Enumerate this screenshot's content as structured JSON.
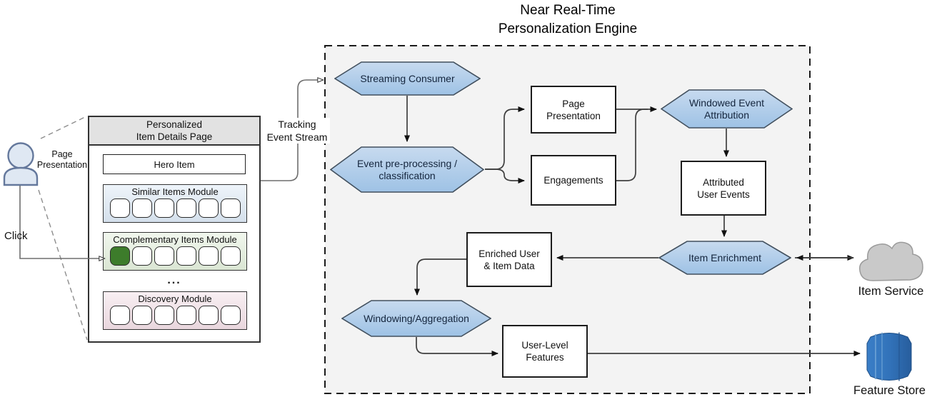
{
  "title": {
    "lines": [
      "Near Real-Time",
      "Personalization Engine"
    ]
  },
  "actor": {
    "page_presentation": [
      "Page",
      "Presentation"
    ],
    "click": "Click"
  },
  "tracking_stream": [
    "Tracking",
    "Event Stream"
  ],
  "mockup": {
    "header": [
      "Personalized",
      "Item Details Page"
    ],
    "hero": "Hero Item",
    "modules": [
      {
        "label": "Similar Items Module"
      },
      {
        "label": "Complementary Items Module"
      },
      {
        "label": "Discovery Module"
      }
    ],
    "ellipsis": "..."
  },
  "engine": {
    "nodes": {
      "streaming_consumer": {
        "label": "Streaming Consumer"
      },
      "event_preprocessing": {
        "lines": [
          "Event pre-processing /",
          "classification"
        ]
      },
      "page_presentation": {
        "lines": [
          "Page",
          "Presentation"
        ]
      },
      "engagements": {
        "label": "Engagements"
      },
      "windowed_event_attribution": {
        "lines": [
          "Windowed Event",
          "Attribution"
        ]
      },
      "attributed_user_events": {
        "lines": [
          "Attributed",
          "User Events"
        ]
      },
      "item_enrichment": {
        "label": "Item Enrichment"
      },
      "enriched_user_item_data": {
        "lines": [
          "Enriched User",
          "& Item Data"
        ]
      },
      "windowing_aggregation": {
        "label": "Windowing/Aggregation"
      },
      "user_level_features": {
        "lines": [
          "User-Level",
          "Features"
        ]
      }
    }
  },
  "external": {
    "item_service": "Item Service",
    "feature_store": "Feature Store"
  },
  "colors": {
    "hexagon_fill_top": "#c7daef",
    "hexagon_fill_bottom": "#9ec2e5",
    "hexagon_border": "#42505e",
    "hexagon_text": "#14253d",
    "node_border": "#1c1c1c",
    "engine_bg": "#f3f3f3",
    "mockup_header_bg": "#e2e2e2",
    "similar_module_bg": "#dde9f5",
    "complementary_module_bg": "#e3efdc",
    "discovery_module_bg": "#f2dfe6",
    "selected_item_green": "#3d7c2b",
    "cloud_gray": "#c9c9c9",
    "feature_store_blue": "#2e6fb7"
  }
}
